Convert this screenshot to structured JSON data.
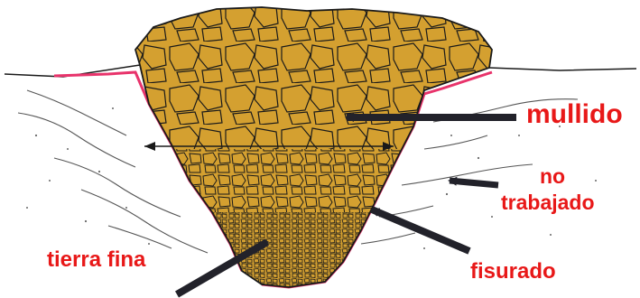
{
  "labels": {
    "mullido": "mullido",
    "no": "no",
    "trabajado": "trabajado",
    "fisurado": "fisurado",
    "tierra_fina": "tierra fina"
  },
  "colors": {
    "soil": "#D4A030",
    "soil_outline": "#1a1a1a",
    "furrow_edge": "#E8336B",
    "label_red": "#E81818",
    "label_black": "#1a1a2a",
    "arrow": "#22222a",
    "crack_lines": "#555555"
  }
}
